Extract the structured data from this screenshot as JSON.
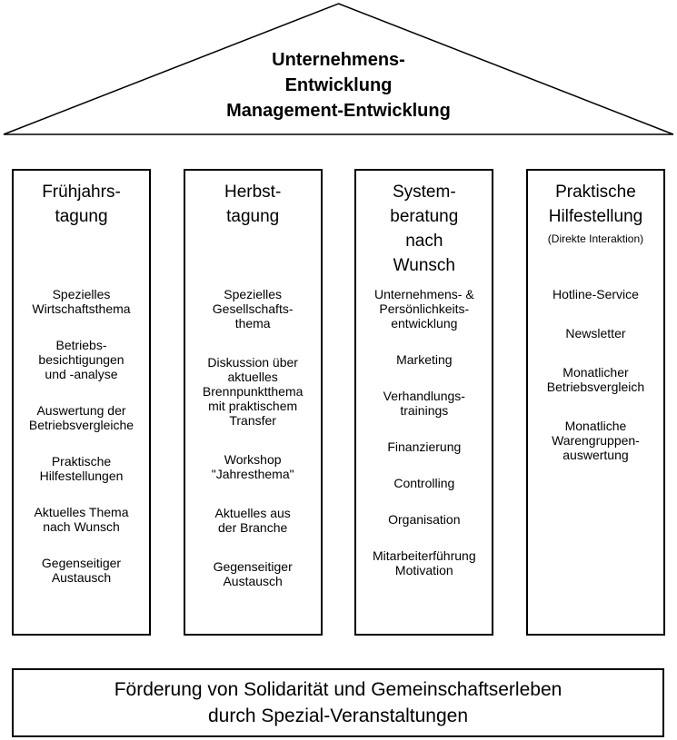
{
  "roof": {
    "text": "Unternehmens-\nEntwicklung\nManagement-Entwicklung"
  },
  "pillars": [
    {
      "title": "Frühjahrs-\ntagung",
      "items": [
        "Spezielles\nWirtschaftsthema",
        "Betriebs-\nbesichtigungen\nund -analyse",
        "Auswertung der\nBetriebsvergleiche",
        "Praktische\nHilfestellungen",
        "Aktuelles Thema\nnach Wunsch",
        "Gegenseitiger\nAustausch"
      ]
    },
    {
      "title": "Herbst-\ntagung",
      "items": [
        "Spezielles\nGesellschafts-\nthema",
        "Diskussion über\naktuelles\nBrennpunktthema\nmit praktischem\nTransfer",
        "Workshop\n\"Jahresthema\"",
        "Aktuelles aus\nder Branche",
        "Gegenseitiger\nAustausch"
      ]
    },
    {
      "title": "System-\nberatung\nnach\nWunsch",
      "items": [
        "Unternehmens- &\nPersönlichkeits-\nentwicklung",
        "Marketing",
        "Verhandlungs-\ntrainings",
        "Finanzierung",
        "Controlling",
        "Organisation",
        "Mitarbeiterführung\nMotivation"
      ]
    },
    {
      "title": "Praktische\nHilfestellung",
      "subtitle": "(Direkte Interaktion)",
      "items": [
        "Hotline-Service",
        "Newsletter",
        "Monatlicher\nBetriebsvergleich",
        "Monatliche\nWarengruppen-\nauswertung"
      ]
    }
  ],
  "base": {
    "text": "Förderung von Solidarität und Gemeinschaftserleben\ndurch Spezial-Veranstaltungen"
  }
}
